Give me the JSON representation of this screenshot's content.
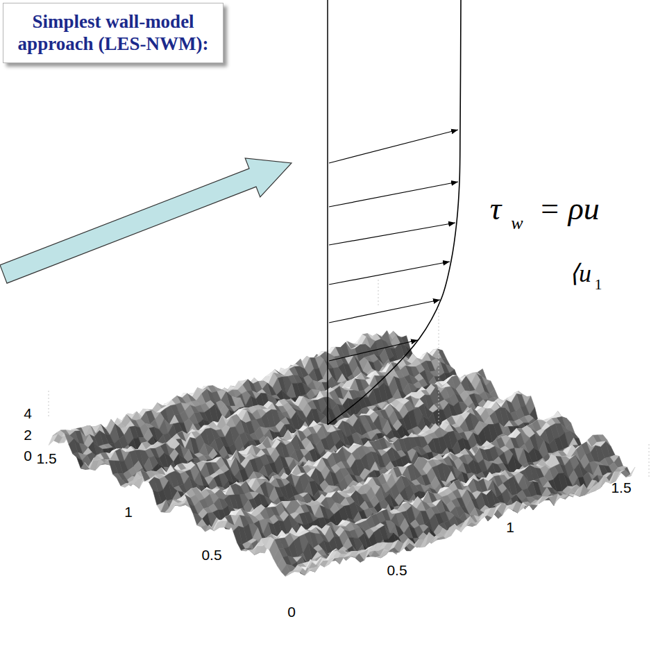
{
  "diagram": {
    "nodes": [
      {
        "text": [
          "Simplest wall-model approach (LES-NWM):"
        ]
      }
    ],
    "labels": [
      "τ",
      "w",
      "= ρu",
      "⟨u",
      "1",
      "4",
      "2",
      "0",
      "1.5",
      "1",
      "0.5",
      "0",
      "0.5",
      "1",
      "1.5"
    ]
  }
}
